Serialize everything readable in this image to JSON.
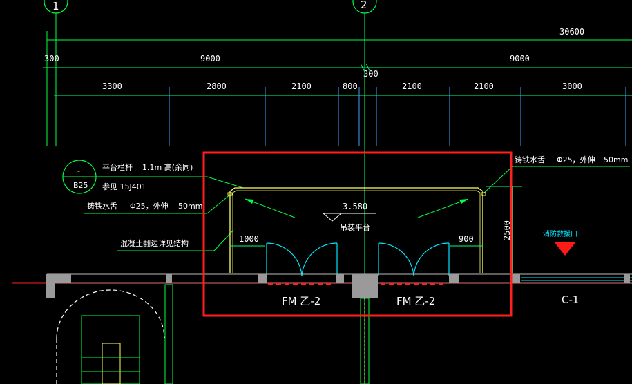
{
  "axes": {
    "axis_1": "1",
    "axis_2": "2"
  },
  "dimensions": {
    "total": "30600",
    "row2": [
      "300",
      "9000",
      "9000"
    ],
    "mid_300": "300",
    "row3": [
      "3300",
      "2800",
      "2100",
      "800",
      "2100",
      "2100",
      "3000"
    ]
  },
  "notes": {
    "detail_mark": "-",
    "detail_ref": "B25",
    "railing": "平台栏杆",
    "railing_height": "1.1m 高(余同)",
    "see_ref": "参见 15J401",
    "drip_left": "铸铁水舌",
    "drip_spec_left": "Φ25，外伸",
    "drip_len_left": "50mm",
    "concrete": "混凝土翻边详见结构",
    "drip_right": "铸铁水舌",
    "drip_spec_right": "Φ25，外伸",
    "drip_len_right": "50mm",
    "elevation": "3.580",
    "platform": "吊装平台",
    "left_width": "1000",
    "right_width": "900",
    "height": "2500",
    "inspection": "消防救援口"
  },
  "doors": {
    "left": "FM 乙-2",
    "right": "FM 乙-2"
  },
  "column_label": "C-1",
  "colors": {
    "background": "#000000",
    "grid": "#00ff40",
    "dim_line": "#00ff80",
    "wall": "#cccccc",
    "highlight": "#ff2020",
    "door": "#00e5ff",
    "railing": "#ffff60"
  }
}
